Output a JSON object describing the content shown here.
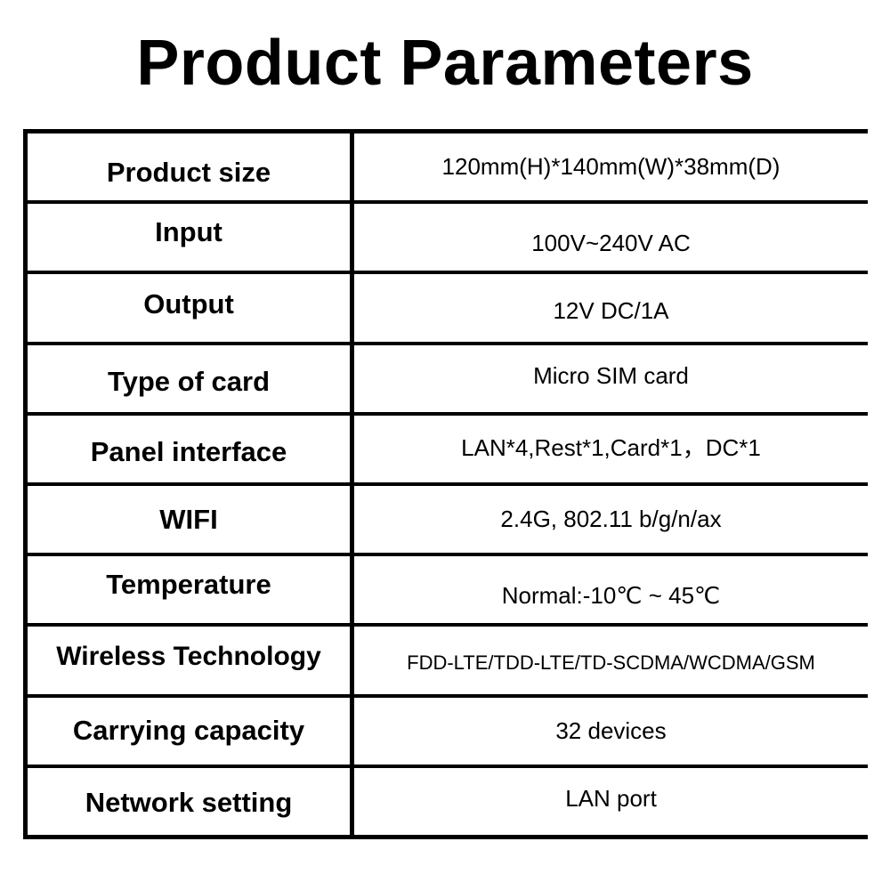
{
  "title": "Product Parameters",
  "rows": [
    {
      "label": "Product size",
      "value": "120mm(H)*140mm(W)*38mm(D)"
    },
    {
      "label": "Input",
      "value": "100V~240V AC"
    },
    {
      "label": "Output",
      "value": "12V DC/1A"
    },
    {
      "label": "Type of card",
      "value": "Micro SIM card"
    },
    {
      "label": "Panel interface",
      "value": "LAN*4,Rest*1,Card*1，DC*1"
    },
    {
      "label": "WIFI",
      "value": "2.4G, 802.11 b/g/n/ax"
    },
    {
      "label": "Temperature",
      "value": "Normal:-10℃ ~ 45℃"
    },
    {
      "label": "Wireless Technology",
      "value": "FDD-LTE/TDD-LTE/TD-SCDMA/WCDMA/GSM"
    },
    {
      "label": "Carrying capacity",
      "value": "32 devices"
    },
    {
      "label": "Network setting",
      "value": "LAN port"
    }
  ]
}
